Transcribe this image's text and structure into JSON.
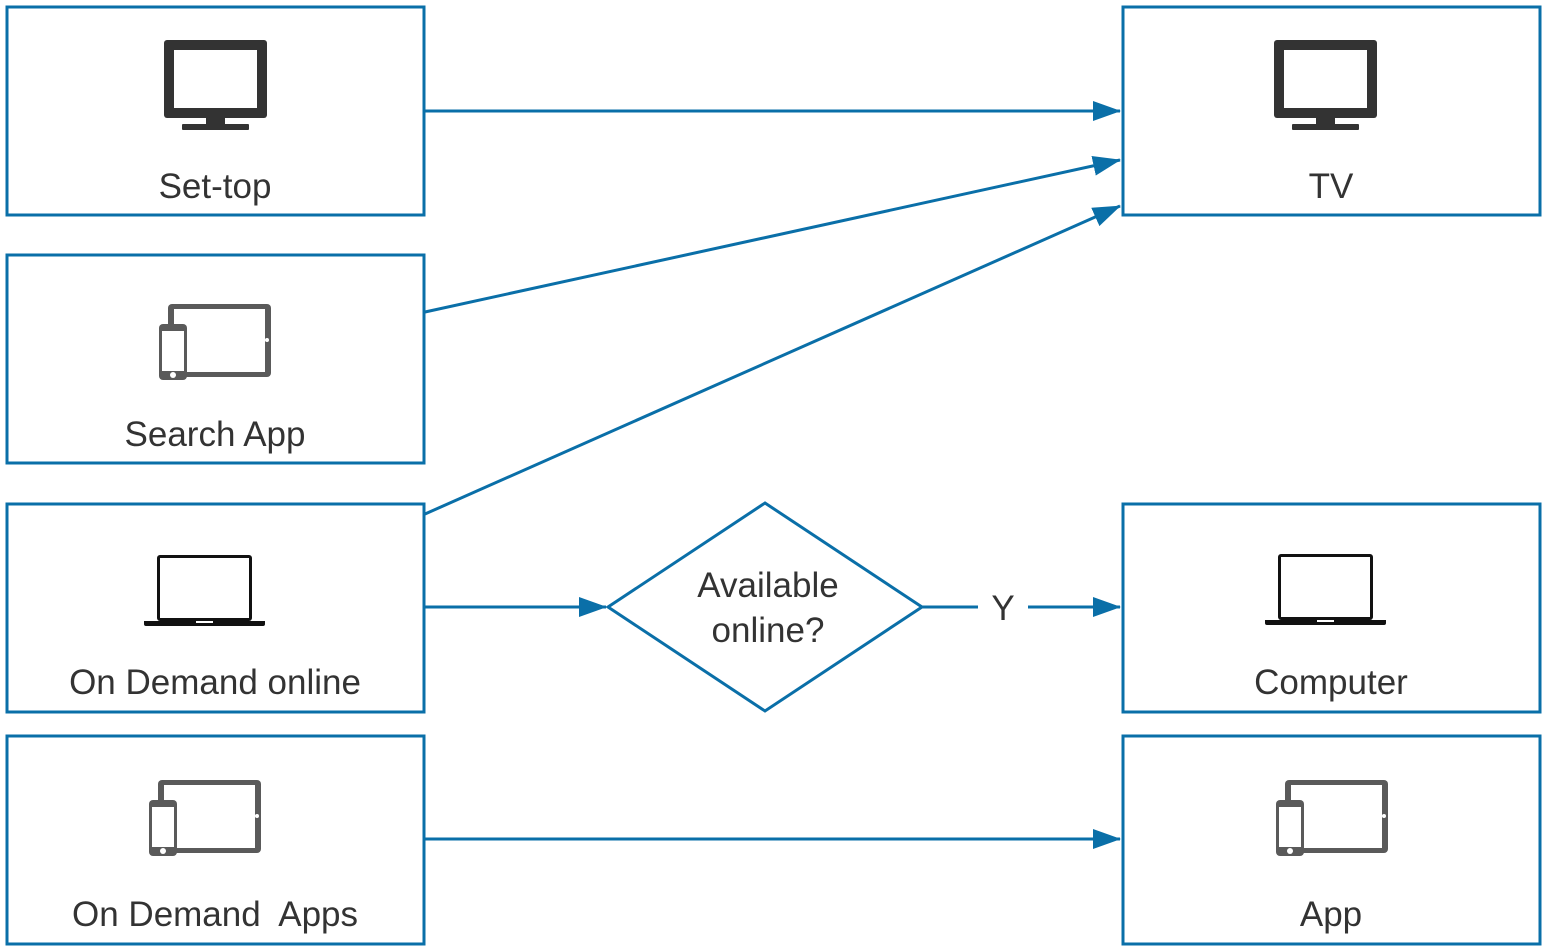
{
  "colors": {
    "border": "#0a6fa8",
    "icon": "#333333",
    "icon_light": "#5a5a5a",
    "text": "#333333"
  },
  "nodes": {
    "settop": {
      "label": "Set-top",
      "icon": "monitor-icon"
    },
    "search_app": {
      "label": "Search App",
      "icon": "tablet-phone-icon"
    },
    "on_demand_online": {
      "label": "On Demand online",
      "icon": "laptop-icon"
    },
    "on_demand_apps": {
      "label": "On Demand  Apps",
      "icon": "tablet-phone-icon"
    },
    "tv": {
      "label": "TV",
      "icon": "monitor-icon"
    },
    "computer": {
      "label": "Computer",
      "icon": "laptop-icon"
    },
    "app": {
      "label": "App",
      "icon": "tablet-phone-icon"
    },
    "decision": {
      "line1": "Available",
      "line2": "online?"
    }
  },
  "edges": {
    "decision_to_computer_label": "Y"
  }
}
